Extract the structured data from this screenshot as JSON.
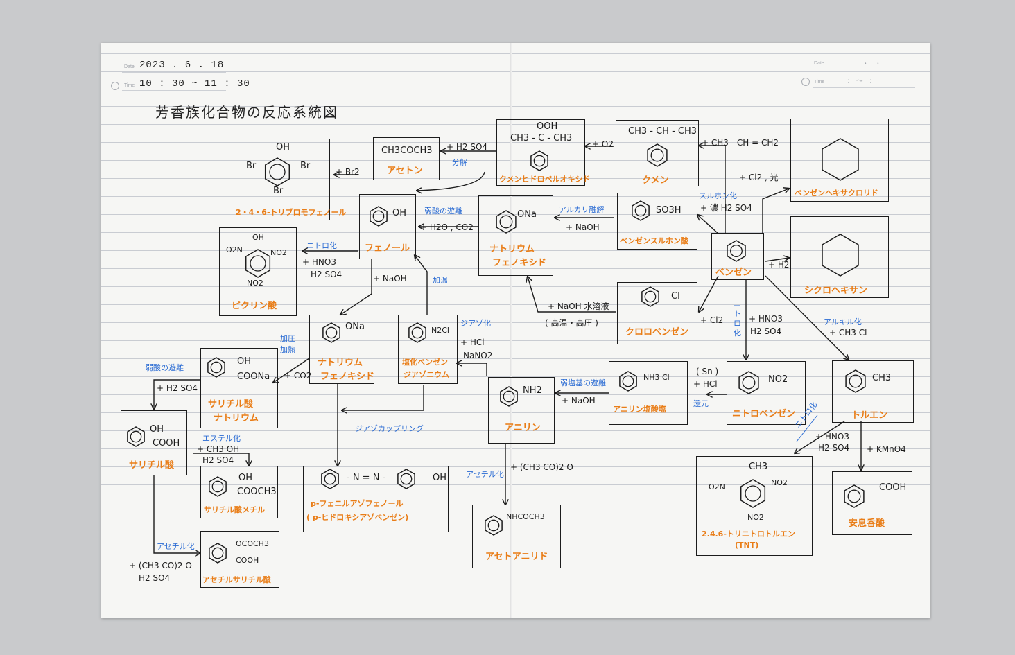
{
  "header": {
    "left": {
      "date_label": "Date",
      "date_value": "2023 . 6 . 18",
      "time_label": "Time",
      "time_value": "10 : 30 ~ 11 : 30"
    },
    "right": {
      "date_label": "Date",
      "date_value": "．   ．",
      "time_label": "Time",
      "time_value": ":   ～   :"
    }
  },
  "title": "芳香族化合物の反応系統図",
  "colors": {
    "ink": "#1c1c1c",
    "compound_name": "#e97d17",
    "reaction_label": "#2a6bd3",
    "paper": "#f6f6f4",
    "background": "#c9cacc",
    "rule_line": "#c9ccd2"
  },
  "compounds": {
    "tribromophenol": {
      "formula_top": "OH",
      "br_left": "Br",
      "br_right": "Br",
      "br_bottom": "Br",
      "name": "2・4・6-トリブロモフェノール"
    },
    "acetone": {
      "formula": "CH3COCH3",
      "name": "アセトン"
    },
    "cumene_hydroperoxide": {
      "formula_top": "OOH",
      "formula_mid": "CH3 - C - CH3",
      "name": "クメンヒドロペルオキシド"
    },
    "cumene": {
      "formula": "CH3 - CH - CH3",
      "name": "クメン"
    },
    "benzene_hexachloride": {
      "name": "ベンゼンヘキサクロリド"
    },
    "phenol": {
      "sub": "OH",
      "name": "フェノール"
    },
    "sodium_phenoxide_1": {
      "sub": "ONa",
      "name_1": "ナトリウム",
      "name_2": "フェノキシド"
    },
    "benzenesulfonic_acid": {
      "sub": "SO3H",
      "name": "ベンゼンスルホン酸"
    },
    "picric_acid": {
      "o2n": "O2N",
      "oh": "OH",
      "no2_right": "NO2",
      "no2_bottom": "NO2",
      "name": "ピクリン酸"
    },
    "benzene": {
      "name": "ベンゼン"
    },
    "cyclohexane": {
      "name": "シクロヘキサン"
    },
    "chlorobenzene": {
      "sub": "Cl",
      "name": "クロロベンゼン"
    },
    "sodium_phenoxide_2": {
      "sub": "ONa",
      "name_1": "ナトリウム",
      "name_2": "フェノキシド"
    },
    "benzenediazonium_chloride": {
      "sub": "N2Cl",
      "name_1": "塩化ベンゼン",
      "name_2": "ジアゾニウム"
    },
    "sodium_salicylate": {
      "sub1": "OH",
      "sub2": "COONa",
      "name_1": "サリチル酸",
      "name_2": "ナトリウム"
    },
    "anilinium_chloride": {
      "sub": "NH3 Cl",
      "name": "アニリン塩酸塩"
    },
    "nitrobenzene": {
      "sub": "NO2",
      "name": "ニトロベンゼン"
    },
    "toluene": {
      "sub": "CH3",
      "name": "トルエン"
    },
    "aniline": {
      "sub": "NH2",
      "name": "アニリン"
    },
    "salicylic_acid": {
      "sub1": "OH",
      "sub2": "COOH",
      "name": "サリチル酸"
    },
    "methyl_salicylate": {
      "sub1": "OH",
      "sub2": "COOCH3",
      "name": "サリチル酸メチル"
    },
    "azo_dye": {
      "formula": "- N = N -",
      "oh": "OH",
      "name_1": "p-フェニルアゾフェノール",
      "name_2": "( p-ヒドロキシアゾベンゼン)"
    },
    "tnt": {
      "ch3": "CH3",
      "o2n": "O2N",
      "no2_right": "NO2",
      "no2_bottom": "NO2",
      "name_1": "2.4.6-トリニトロトルエン",
      "name_2": "(TNT)"
    },
    "benzoic_acid": {
      "sub": "COOH",
      "name": "安息香酸"
    },
    "acetanilide": {
      "sub": "NHCOCH3",
      "name": "アセトアニリド"
    },
    "acetylsalicylic_acid": {
      "sub1": "OCOCH3",
      "sub2": "COOH",
      "name": "アセチルサリチル酸"
    }
  },
  "reactions": {
    "h2so4_decomp": {
      "reagent": "+ H2 SO4",
      "label": "分解"
    },
    "plus_o2": {
      "reagent": "+ O2"
    },
    "propene": {
      "reagent": "+ CH3 - CH = CH2"
    },
    "bromination": {
      "reagent": "+ Br2"
    },
    "weak_acid_release_1": {
      "label": "弱酸の遊離",
      "reagent": "+ H2O , CO2"
    },
    "alkali_fusion": {
      "label": "アルカリ融解",
      "reagent": "+ NaOH"
    },
    "sulfonation": {
      "label": "スルホン化",
      "reagent": "+ 濃 H2 SO4"
    },
    "chlorine_light": {
      "reagent": "+ Cl2 , 光"
    },
    "nitration_picric": {
      "label": "ニトロ化",
      "reagent_1": "+ HNO3",
      "reagent_2": "H2 SO4"
    },
    "hydrogenation": {
      "reagent": "+ H2"
    },
    "phenol_naoh": {
      "reagent": "+ NaOH"
    },
    "heating": {
      "label": "加温"
    },
    "naoh_high_t": {
      "reagent_1": "+ NaOH 水溶液",
      "reagent_2": "( 高温・高圧 )"
    },
    "chlorination": {
      "reagent": "+ Cl2"
    },
    "nitration_benzene": {
      "label_1": "ニ",
      "label_2": "ト",
      "label_3": "ロ",
      "label_4": "化",
      "reagent_1": "+ HNO3",
      "reagent_2": "H2 SO4"
    },
    "alkylation": {
      "label": "アルキル化",
      "reagent": "+ CH3 Cl"
    },
    "diazotization": {
      "label": "ジアゾ化",
      "reagent_1": "+ HCl",
      "reagent_2": "NaNO2"
    },
    "kolbe": {
      "label_1": "加圧",
      "label_2": "加熱",
      "reagent": "+ CO2"
    },
    "weak_acid_release_2": {
      "label": "弱酸の遊離",
      "reagent": "+ H2 SO4"
    },
    "weak_base_release": {
      "label": "弱塩基の遊離",
      "reagent": "+ NaOH"
    },
    "reduction": {
      "reagent_1": "( Sn )",
      "reagent_2": "+ HCl",
      "label": "還元"
    },
    "esterification": {
      "label": "エステル化",
      "reagent_1": "+ CH3 OH",
      "reagent_2": "H2 SO4"
    },
    "diazo_coupling": {
      "label": "ジアゾカップリング"
    },
    "acetylation_aniline": {
      "label": "アセチル化",
      "reagent": "+ (CH3 CO)2 O"
    },
    "nitration_toluene": {
      "label": "ニトロ化",
      "reagent_1": "+ HNO3",
      "reagent_2": "H2 SO4"
    },
    "oxidation": {
      "reagent": "+ KMnO4"
    },
    "acetylation_salicylic": {
      "label": "アセチル化",
      "reagent_1": "+ (CH3 CO)2 O",
      "reagent_2": "H2 SO4"
    }
  }
}
